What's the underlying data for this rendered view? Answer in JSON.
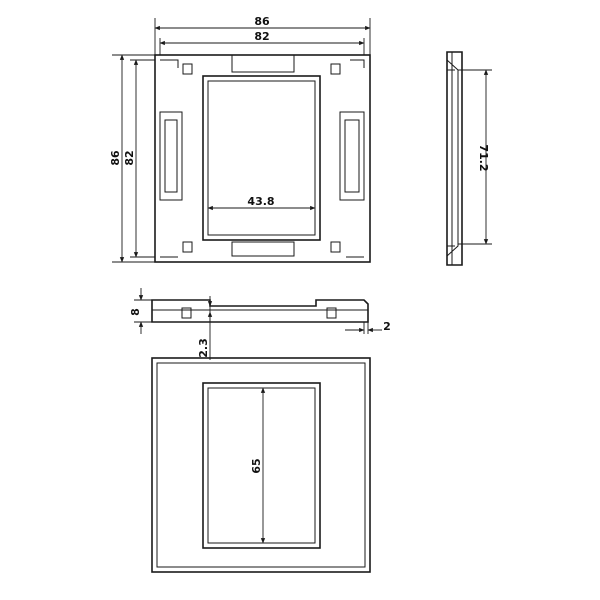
{
  "drawing": {
    "front_view": {
      "outer_width": "86",
      "inner_width": "82",
      "outer_height": "86",
      "inner_height": "82",
      "opening_width": "43.8"
    },
    "side_view": {
      "height": "71.2"
    },
    "section_view": {
      "thickness": "8",
      "offset": "2.3",
      "lip": "2"
    },
    "back_view": {
      "opening_height": "65"
    }
  }
}
